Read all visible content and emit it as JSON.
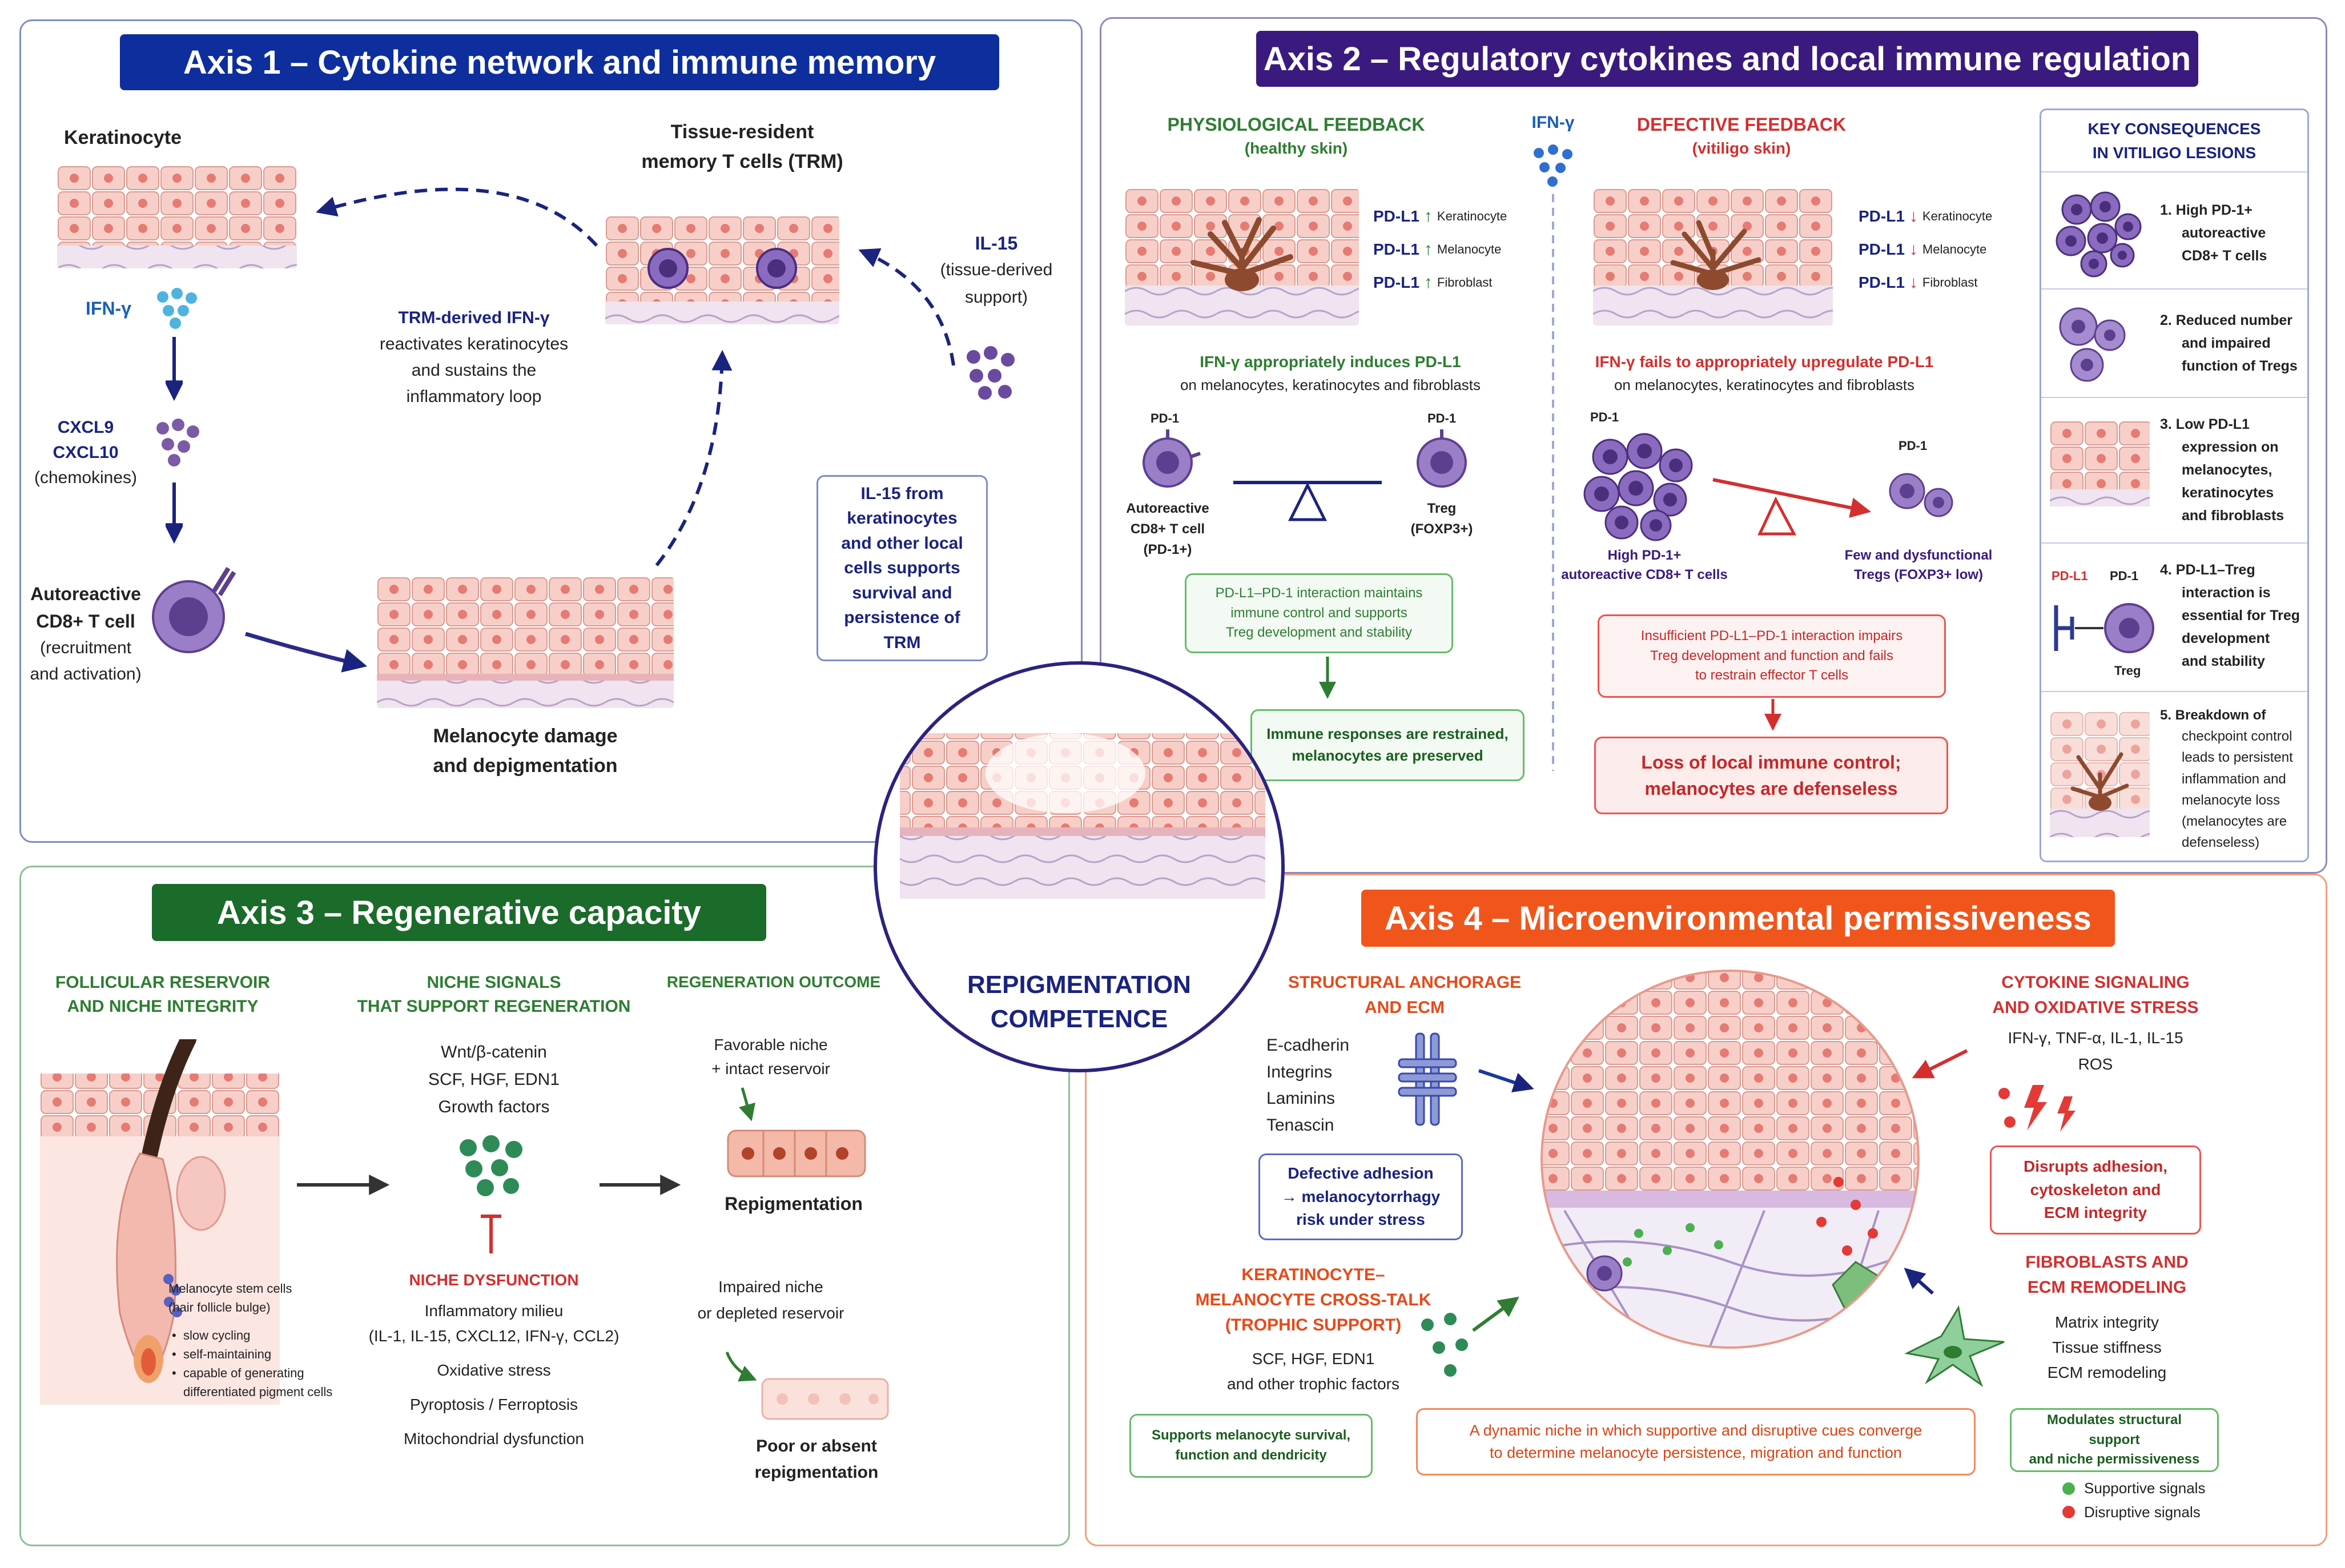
{
  "axis1": {
    "title": "Axis 1 – Cytokine network and immune memory",
    "keratinocyte": "Keratinocyte",
    "ifng": "IFN-γ",
    "chemokines": [
      "CXCL9",
      "CXCL10",
      "(chemokines)"
    ],
    "cd8": [
      "Autoreactive",
      "CD8+ T cell",
      "(recruitment",
      "and activation)"
    ],
    "melanocyte_damage": [
      "Melanocyte damage",
      "and depigmentation"
    ],
    "trm_title": [
      "Tissue-resident",
      "memory T cells (TRM)"
    ],
    "trm_ifng": [
      "TRM-derived IFN-γ",
      "reactivates keratinocytes",
      "and sustains the",
      "inflammatory loop"
    ],
    "il15": [
      "IL-15",
      "(tissue-derived",
      "support)"
    ],
    "il15_box": [
      "IL-15 from",
      "keratinocytes",
      "and other local",
      "cells supports",
      "survival and",
      "persistence of TRM"
    ]
  },
  "axis2": {
    "title": "Axis 2 – Regulatory cytokines and local immune regulation",
    "phys_title": "PHYSIOLOGICAL FEEDBACK",
    "phys_sub": "(healthy skin)",
    "ifng_center": "IFN-γ",
    "def_title": "DEFECTIVE FEEDBACK",
    "def_sub": "(vitiligo skin)",
    "pdl1_rows": [
      {
        "label": "PD-L1",
        "cell": "Keratinocyte"
      },
      {
        "label": "PD-L1",
        "cell": "Melanocyte"
      },
      {
        "label": "PD-L1",
        "cell": "Fibroblast"
      }
    ],
    "phys_caption": [
      "IFN-γ appropriately induces PD-L1",
      "on melanocytes, keratinocytes and fibroblasts"
    ],
    "def_caption": [
      "IFN-γ fails to appropriately upregulate PD-L1",
      "on melanocytes, keratinocytes and fibroblasts"
    ],
    "pd1": "PD-1",
    "auto_cd8": [
      "Autoreactive",
      "CD8+ T cell",
      "(PD-1+)"
    ],
    "treg": [
      "Treg",
      "(FOXP3+)"
    ],
    "high_pd1": [
      "High PD-1+",
      "autoreactive CD8+ T cells"
    ],
    "few_treg": [
      "Few and dysfunctional",
      "Tregs (FOXP3+ low)"
    ],
    "phys_box1": [
      "PD-L1–PD-1 interaction maintains",
      "immune control and supports",
      "Treg development and stability"
    ],
    "phys_box2": [
      "Immune responses are restrained,",
      "melanocytes are preserved"
    ],
    "def_box1": [
      "Insufficient PD-L1–PD-1 interaction impairs",
      "Treg development and function and fails",
      "to restrain effector T cells"
    ],
    "def_box2": [
      "Loss of local immune control;",
      "melanocytes are defenseless"
    ],
    "key_title": [
      "KEY CONSEQUENCES",
      "IN VITILIGO LESIONS"
    ],
    "consequences": [
      [
        "1.  High PD-1+",
        "autoreactive",
        "CD8+ T cells"
      ],
      [
        "2.  Reduced number",
        "and impaired",
        "function of Tregs"
      ],
      [
        "3.  Low PD-L1",
        "expression on",
        "melanocytes,",
        "keratinocytes",
        "and fibroblasts"
      ],
      [
        "4.  PD-L1–Treg",
        "interaction is",
        "essential for Treg",
        "development",
        "and stability"
      ],
      [
        "5.  Breakdown of",
        "checkpoint control",
        "leads to persistent",
        "inflammation and",
        "melanocyte loss",
        "(melanocytes are",
        "defenseless)"
      ]
    ],
    "c4_pdl1": "PD-L1",
    "c4_pd1": "PD-1",
    "c4_treg": "Treg"
  },
  "center": {
    "label": [
      "REPIGMENTATION",
      "COMPETENCE"
    ]
  },
  "axis3": {
    "title": "Axis 3 – Regenerative capacity",
    "col1_title": [
      "FOLLICULAR RESERVOIR",
      "AND NICHE INTEGRITY"
    ],
    "col2_title": [
      "NICHE SIGNALS",
      "THAT SUPPORT REGENERATION"
    ],
    "col3_title": "REGENERATION OUTCOME",
    "signals": [
      "Wnt/β-catenin",
      "SCF, HGF, EDN1",
      "Growth factors"
    ],
    "stem_label": [
      "Melanocyte stem cells",
      "(hair follicle bulge)"
    ],
    "stem_bullets": [
      "slow cycling",
      "self-maintaining",
      "capable of generating",
      "differentiated pigment cells"
    ],
    "dysfunction_title": "NICHE DYSFUNCTION",
    "dysfunction": [
      "Inflammatory milieu",
      "(IL-1, IL-15, CXCL12, IFN-γ, CCL2)",
      "Oxidative stress",
      "Pyroptosis / Ferroptosis",
      "Mitochondrial dysfunction"
    ],
    "favorable": [
      "Favorable niche",
      "+ intact reservoir"
    ],
    "repig": "Repigmentation",
    "impaired": [
      "Impaired niche",
      "or depleted reservoir"
    ],
    "poor": [
      "Poor or absent",
      "repigmentation"
    ]
  },
  "axis4": {
    "title": "Axis 4 – Microenvironmental permissiveness",
    "struct_title": [
      "STRUCTURAL ANCHORAGE",
      "AND ECM"
    ],
    "struct_items": [
      "E-cadherin",
      "Integrins",
      "Laminins",
      "Tenascin"
    ],
    "adhesion_box": [
      "Defective adhesion",
      "→ melanocytorrhagy",
      "risk under stress"
    ],
    "cyto_title": [
      "CYTOKINE SIGNALING",
      "AND OXIDATIVE STRESS"
    ],
    "cyto_items": [
      "IFN-γ, TNF-α, IL-1, IL-15",
      "ROS"
    ],
    "disrupt_box": [
      "Disrupts adhesion,",
      "cytoskeleton and",
      "ECM integrity"
    ],
    "kc_title": [
      "KERATINOCYTE–",
      "MELANOCYTE CROSS-TALK",
      "(TROPHIC SUPPORT)"
    ],
    "kc_items": [
      "SCF, HGF, EDN1",
      "and other trophic factors"
    ],
    "supports_box": [
      "Supports melanocyte survival,",
      "function and dendricity"
    ],
    "fibro_title": [
      "FIBROBLASTS AND",
      "ECM REMODELING"
    ],
    "fibro_items": [
      "Matrix integrity",
      "Tissue stiffness",
      "ECM remodeling"
    ],
    "modulates_box": [
      "Modulates structural support",
      "and niche permissiveness"
    ],
    "dynamic_box": [
      "A dynamic niche in which supportive and disruptive cues converge",
      "to determine melanocyte persistence, migration and function"
    ],
    "legend": [
      {
        "label": "Supportive signals",
        "color": "#4caf50"
      },
      {
        "label": "Disruptive signals",
        "color": "#e53935"
      }
    ]
  },
  "colors": {
    "axis1": "#0d2e9c",
    "axis2": "#3a1a7e",
    "axis3": "#1b6b2a",
    "axis4": "#f0561c",
    "purple_cell": "#6a4aa0",
    "skin": "#f6c9c2"
  }
}
